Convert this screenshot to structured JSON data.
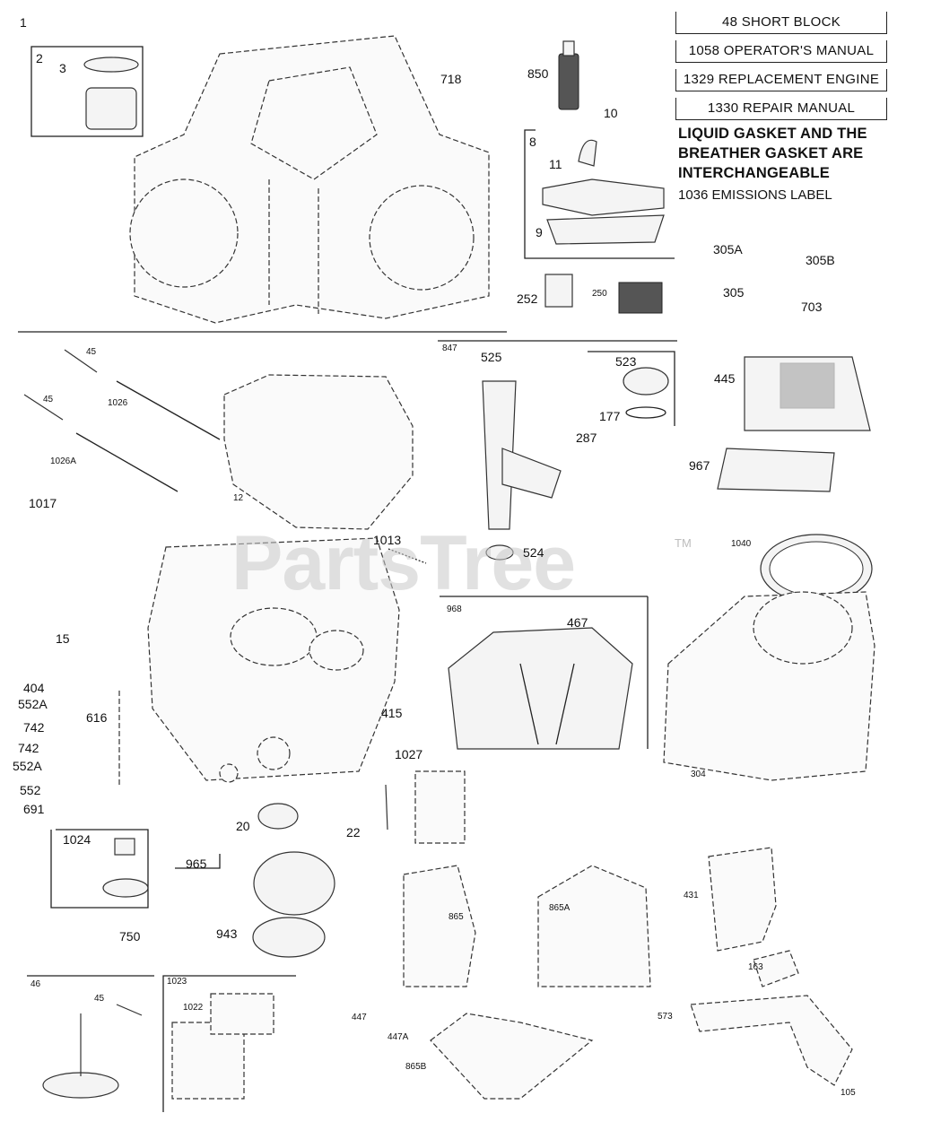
{
  "references": [
    "48 SHORT BLOCK",
    "1058 OPERATOR'S MANUAL",
    "1329 REPLACEMENT ENGINE",
    "1330 REPAIR MANUAL"
  ],
  "note": "LIQUID GASKET AND THE BREATHER GASKET ARE INTERCHANGEABLE",
  "emissions_label": "1036 EMISSIONS LABEL",
  "watermark": "PartsTree",
  "trademark": "TM",
  "callouts": {
    "c1": "1",
    "c2": "2",
    "c3": "3",
    "c718": "718",
    "c850": "850",
    "c10": "10",
    "c8": "8",
    "c11": "11",
    "c9": "9",
    "c252": "252",
    "c250": "250",
    "c305A": "305A",
    "c305B": "305B",
    "c305": "305",
    "c703": "703",
    "c45a": "45",
    "c1026": "1026",
    "c45b": "45",
    "c1026A": "1026A",
    "c12": "12",
    "c1017": "1017",
    "c847": "847",
    "c525": "525",
    "c523": "523",
    "c177": "177",
    "c287": "287",
    "c445": "445",
    "c967": "967",
    "c1013": "1013",
    "c524": "524",
    "c1040": "1040",
    "c968": "968",
    "c467": "467",
    "c15": "15",
    "c404": "404",
    "c552A": "552A",
    "c742a": "742",
    "c616": "616",
    "c742b": "742",
    "c552Ab": "552A",
    "c552": "552",
    "c691": "691",
    "c415": "415",
    "c1027": "1027",
    "c304": "304",
    "c20": "20",
    "c22": "22",
    "c1024": "1024",
    "c965": "965",
    "c431": "431",
    "c865": "865",
    "c865A": "865A",
    "c750": "750",
    "c943": "943",
    "c163": "163",
    "c46": "46",
    "c45c": "45",
    "c1023": "1023",
    "c1022": "1022",
    "c447": "447",
    "c447A": "447A",
    "c573": "573",
    "c865B": "865B",
    "c105": "105"
  }
}
